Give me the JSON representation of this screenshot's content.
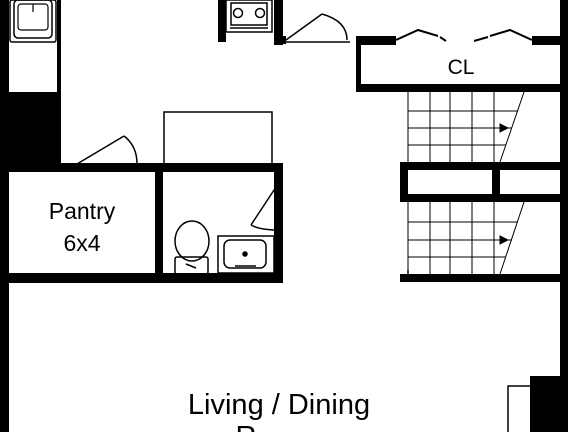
{
  "floorplan": {
    "rooms": {
      "closet": {
        "label": "CL"
      },
      "pantry": {
        "label": "Pantry",
        "size": "6x4"
      },
      "living_dining": {
        "label": "Living / Dining",
        "label_cont": "R"
      }
    },
    "fixtures": [
      "stove-icon",
      "sink-icon",
      "toilet-icon",
      "bathroom-sink-icon",
      "stairs-icon",
      "door-swing-icon",
      "bifold-door-icon"
    ],
    "colors": {
      "wall": "#000000",
      "background": "#ffffff",
      "line": "#000000"
    }
  }
}
